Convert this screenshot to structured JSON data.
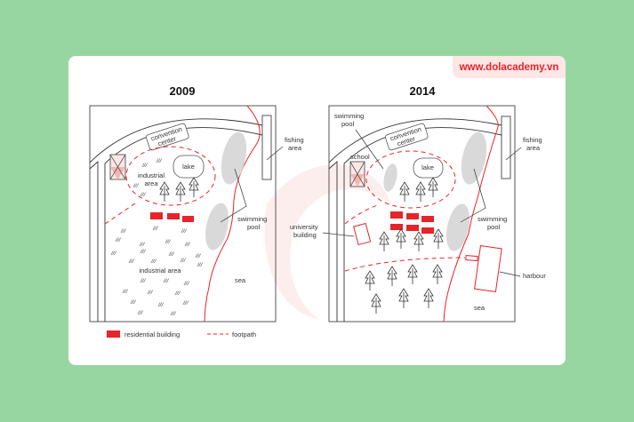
{
  "brand": "www.dolacademy.vn",
  "hatch_symbol": "///",
  "colors": {
    "background": "#98d6a1",
    "accent": "#e8232a",
    "pool": "#d9d9d9",
    "school_fill": "#f4b6b0"
  },
  "map_2009": {
    "year": "2009",
    "labels": {
      "convention_center": [
        "convention",
        "center"
      ],
      "lake": "lake",
      "industrial_area_top": [
        "industrial",
        "area"
      ],
      "industrial_area_bottom": "industrial area",
      "fishing_area": [
        "fishing",
        "area"
      ],
      "swimming_pool": [
        "swimming",
        "pool"
      ],
      "sea": "sea"
    }
  },
  "map_2014": {
    "year": "2014",
    "labels": {
      "swimming_pool_top": [
        "swimming",
        "pool"
      ],
      "convention_center": [
        "convention",
        "center"
      ],
      "school": "school",
      "lake": "lake",
      "fishing_area": [
        "fishing",
        "area"
      ],
      "swimming_pool": [
        "swimming",
        "pool"
      ],
      "university_building": [
        "university",
        "building"
      ],
      "harbour": "harbour",
      "sea": "sea"
    }
  },
  "legend": {
    "residential_building": "residential building",
    "footpath": "footpath"
  }
}
